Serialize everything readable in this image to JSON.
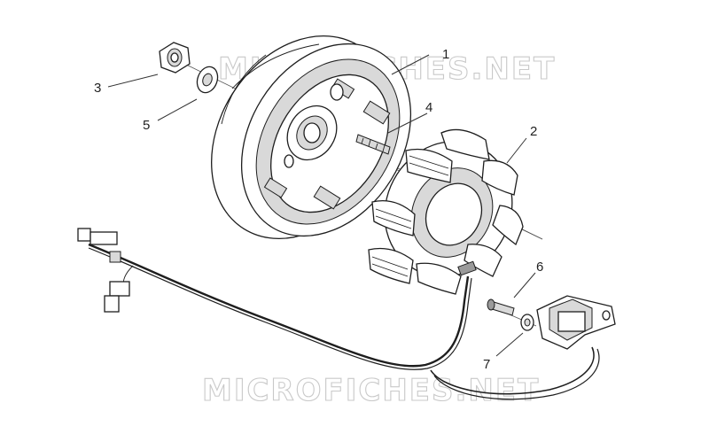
{
  "watermarks": [
    "MICROFICHES.NET",
    "MICROFICHES.NET"
  ],
  "callouts": [
    "1",
    "2",
    "3",
    "4",
    "5",
    "6",
    "7"
  ],
  "colors": {
    "line": "#1e1e1e",
    "watermark": "#c9c9c9",
    "background": "#ffffff"
  }
}
